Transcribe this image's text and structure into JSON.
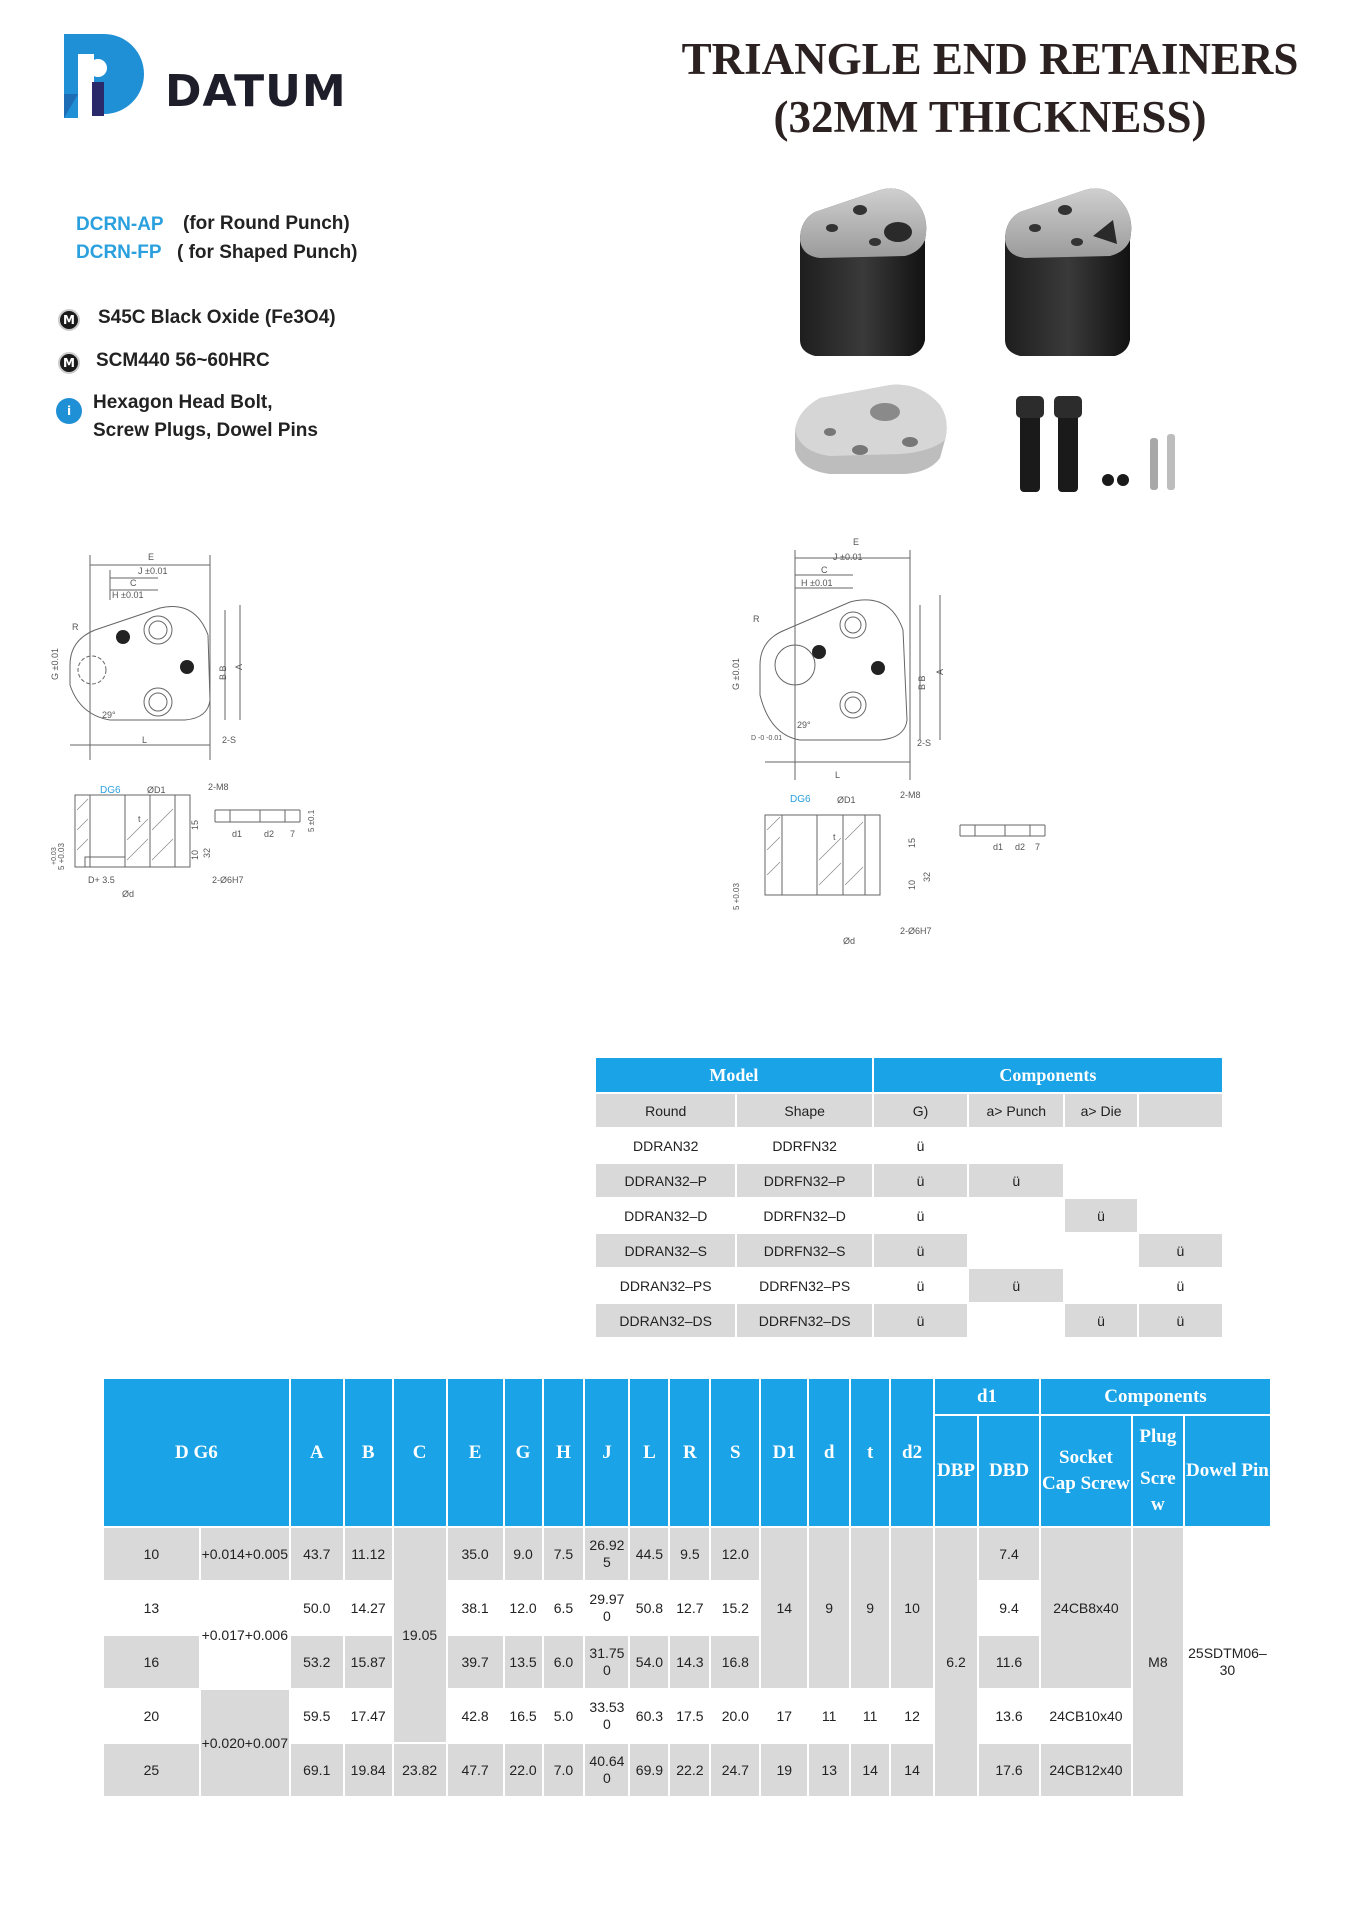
{
  "brand": {
    "name": "DATUM",
    "colors": {
      "blue": "#1f8fd6",
      "dark": "#1e1e2a"
    }
  },
  "title": {
    "line1": "TRIANGLE END RETAINERS",
    "line2": "(32MM THICKNESS)"
  },
  "types": [
    {
      "code": "DCRN-AP",
      "desc": "(for Round Punch)"
    },
    {
      "code": "DCRN-FP",
      "desc": "( for Shaped Punch)"
    }
  ],
  "features": [
    {
      "icon": "M",
      "text": "S45C Black Oxide (Fe3O4)"
    },
    {
      "icon": "M",
      "text": "SCM440  56~60HRC"
    },
    {
      "icon": "i",
      "line1": "Hexagon Head Bolt,",
      "line2": "Screw Plugs, Dowel Pins"
    }
  ],
  "drawings": {
    "left": {
      "E": "E",
      "J": "J ±0.01",
      "C": "C",
      "H": "H ±0.01",
      "G": "G ±0.01",
      "R": "R",
      "BB": "B B",
      "A": "A",
      "angle": "29°",
      "L": "L",
      "twoS": "2-S",
      "DG6": "DG6",
      "D1": "ØD1",
      "M8": "2-M8",
      "t": "t",
      "n15": "15",
      "n32": "32",
      "n10": "10",
      "tol": "+0.03",
      "five": "5 +0.03",
      "dplus": "D+ 3.5",
      "d": "Ød",
      "dowel": "2-Ø6H7",
      "thick": "5 ±0.1",
      "d1": "d1",
      "d2": "d2",
      "seven": "7"
    },
    "right": {
      "E": "E",
      "J": "J ±0.01",
      "C": "C",
      "H": "H ±0.01",
      "G": "G ±0.01",
      "R": "R",
      "BB": "B B",
      "A": "A",
      "angle": "29°",
      "L": "L",
      "twoS": "2-S",
      "Dtol": "D -0 -0.01",
      "DG6": "DG6",
      "D1": "ØD1",
      "M8": "2-M8",
      "t": "t",
      "n15": "15",
      "n32": "32",
      "n10": "10",
      "five": "5 +0.03",
      "d": "Ød",
      "dowel": "2-Ø6H7",
      "d1": "d1",
      "d2": "d2",
      "seven": "7"
    }
  },
  "model_table": {
    "header": {
      "model": "Model",
      "components": "Components"
    },
    "subheader": [
      "Round",
      "Shape",
      "G)",
      "a> Punch",
      "a> Die",
      ""
    ],
    "rows": [
      [
        "DDRAN32",
        "DDRFN32",
        "ü",
        "",
        "",
        ""
      ],
      [
        "DDRAN32–P",
        "DDRFN32–P",
        "ü",
        "ü",
        "",
        ""
      ],
      [
        "DDRAN32–D",
        "DDRFN32–D",
        "ü",
        "",
        "ü",
        ""
      ],
      [
        "DDRAN32–S",
        "DDRFN32–S",
        "ü",
        "",
        "",
        "ü"
      ],
      [
        "DDRAN32–PS",
        "DDRFN32–PS",
        "ü",
        "ü",
        "",
        "ü"
      ],
      [
        "DDRAN32–DS",
        "DDRFN32–DS",
        "ü",
        "",
        "ü",
        "ü"
      ]
    ]
  },
  "dim_table": {
    "headers": {
      "dg6": "D G6",
      "A": "A",
      "B": "B",
      "C": "C",
      "E": "E",
      "G": "G",
      "H": "H",
      "J": "J",
      "L": "L",
      "R": "R",
      "S": "S",
      "D1": "D1",
      "d": "d",
      "t": "t",
      "d2": "d2",
      "d1": "d1",
      "dbp": "DBP",
      "dbd": "DBD",
      "components": "Components",
      "socket": "Socket Cap Screw",
      "plug1": "Plug",
      "plug2": "Scre w",
      "dowel": "Dowel Pin"
    },
    "rows": [
      {
        "D": "10",
        "A": "43.7",
        "B": "11.12",
        "E": "35.0",
        "G": "9.0",
        "H": "7.5",
        "J1": "26.92",
        "J2": "5",
        "L": "44.5",
        "R": "9.5",
        "S": "12.0",
        "DBD": "7.4"
      },
      {
        "D": "13",
        "A": "50.0",
        "B": "14.27",
        "E": "38.1",
        "G": "12.0",
        "H": "6.5",
        "J1": "29.97",
        "J2": "0",
        "L": "50.8",
        "R": "12.7",
        "S": "15.2",
        "DBD": "9.4"
      },
      {
        "D": "16",
        "A": "53.2",
        "B": "15.87",
        "E": "39.7",
        "G": "13.5",
        "H": "6.0",
        "J1": "31.75",
        "J2": "0",
        "L": "54.0",
        "R": "14.3",
        "S": "16.8",
        "DBD": "11.6"
      },
      {
        "D": "20",
        "A": "59.5",
        "B": "17.47",
        "E": "42.8",
        "G": "16.5",
        "H": "5.0",
        "J1": "33.53",
        "J2": "0",
        "L": "60.3",
        "R": "17.5",
        "S": "20.0",
        "DBD": "13.6"
      },
      {
        "D": "25",
        "A": "69.1",
        "B": "19.84",
        "E": "47.7",
        "G": "22.0",
        "H": "7.0",
        "J1": "40.64",
        "J2": "0",
        "L": "69.9",
        "R": "22.2",
        "S": "24.7",
        "DBD": "17.6"
      }
    ],
    "tol_a": "+0.014+0.005",
    "tol_b": "+0.017+0.006",
    "tol_c": "+0.020+0.007",
    "C_mid": "19.05",
    "C_last": "23.82",
    "D1_a": "14",
    "d_a": "9",
    "t_a": "9",
    "d2_a": "10",
    "D1_b": "17",
    "d_b": "11",
    "t_b": "11",
    "d2_b": "12",
    "D1_c": "19",
    "d_c": "13",
    "t_c": "14",
    "d2_c": "14",
    "DBP": "6.2",
    "screw_a": "24CB8x40",
    "screw_b": "24CB10x40",
    "screw_c": "24CB12x40",
    "plug": "M8",
    "dowel1": "25SDTM06–",
    "dowel2": "30"
  }
}
